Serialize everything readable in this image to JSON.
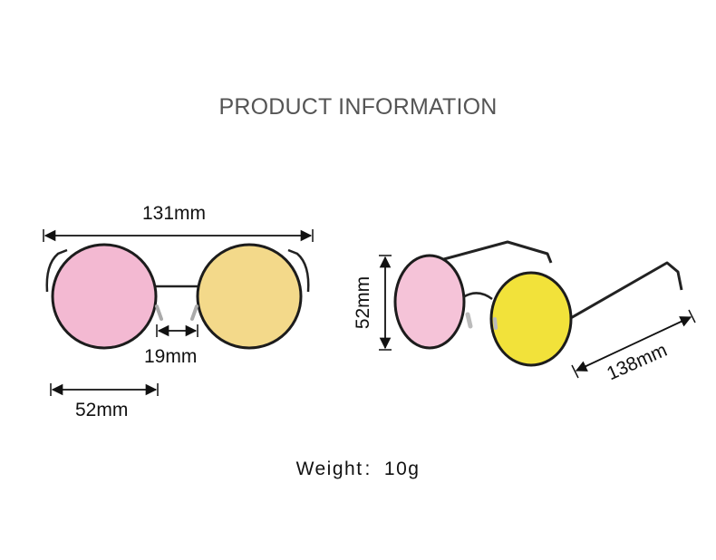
{
  "title": "PRODUCT INFORMATION",
  "front_view": {
    "total_width": "131mm",
    "bridge_width": "19mm",
    "lens_width": "52mm"
  },
  "side_view": {
    "lens_height": "52mm",
    "temple_length": "138mm"
  },
  "weight": {
    "label": "Weight",
    "separator": ":",
    "value": "10g"
  },
  "colors": {
    "left_lens_front": "#f3b9d2",
    "right_lens_front": "#f3d98a",
    "left_lens_side": "#f5c3d8",
    "right_lens_side": "#f2e23a",
    "frame": "#1c1c1c",
    "title_text": "#555555"
  }
}
